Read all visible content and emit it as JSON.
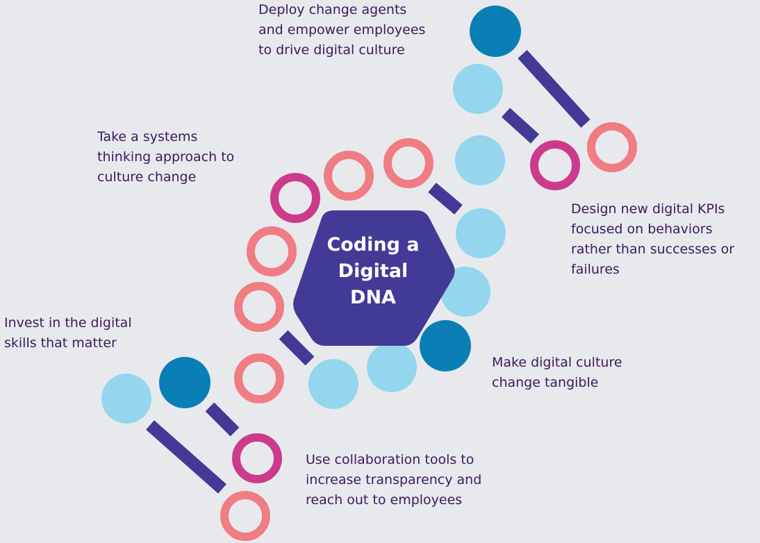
{
  "center": {
    "title": "Coding a\nDigital\nDNA"
  },
  "labels": {
    "deploy_agents": "Deploy change agents\nand empower employees\nto drive digital culture",
    "systems_thinking": "Take a systems\nthinking approach to\nculture change",
    "digital_kpis": "Design new digital KPIs\nfocused on behaviors\nrather than successes or\nfailures",
    "digital_skills": "Invest in the digital\nskills that matter",
    "tangible": "Make digital culture\nchange tangible",
    "collaboration": "Use collaboration tools to\nincrease transparency and\nreach out to employees"
  },
  "colors": {
    "background": "#e8e9ed",
    "hexagon": "#413a96",
    "rung": "#413a96",
    "light_blue": "#93d6ee",
    "dark_blue": "#0a7fb6",
    "salmon": "#f07c84",
    "magenta": "#cc3b8b",
    "label_text": "#3b1a5c"
  }
}
